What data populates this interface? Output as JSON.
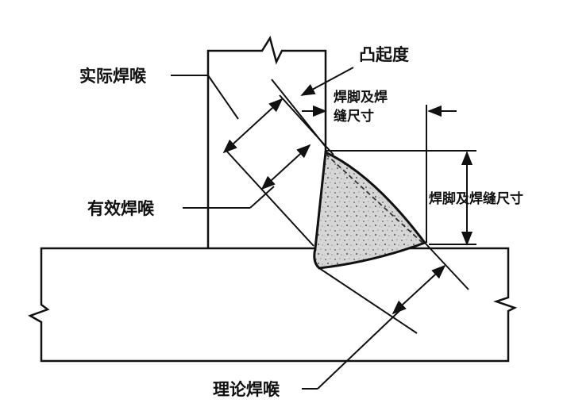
{
  "labels": {
    "actual_throat": "实际焊喉",
    "effective_throat": "有效焊喉",
    "theoretical_throat": "理论焊喉",
    "convexity": "凸起度",
    "leg_and_size_top_line1": "焊脚及焊",
    "leg_and_size_top_line2": "缝尺寸",
    "leg_and_size_right": "焊脚及焊缝尺寸"
  },
  "colors": {
    "line": "#111111",
    "weld_fill": "#d9d9d9",
    "background": "#ffffff"
  }
}
